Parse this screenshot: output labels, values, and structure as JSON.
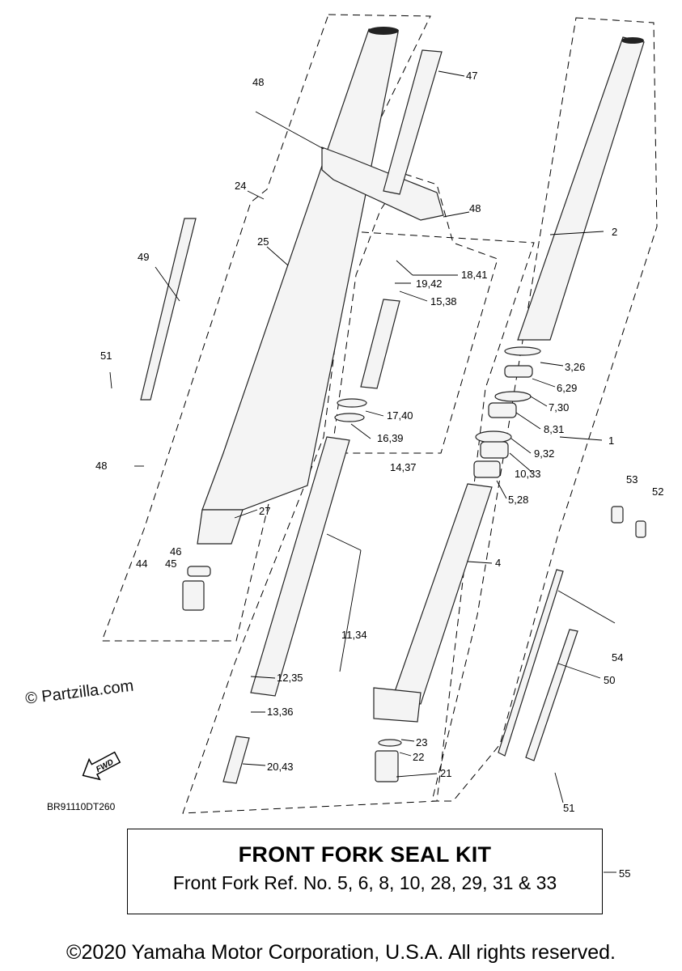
{
  "seal_kit": {
    "title": "FRONT FORK SEAL KIT",
    "subtitle": "Front Fork Ref. No. 5, 6, 8, 10, 28, 29, 31 & 33",
    "ref": "55"
  },
  "copyright": "©2020 Yamaha Motor Corporation, U.S.A. All rights reserved.",
  "watermark": "© Partzilla.com",
  "drawing_code": "BR91110DT260",
  "fwd_label": "FWD",
  "callouts": {
    "c1": "1",
    "c2": "2",
    "c3_26": "3,26",
    "c4": "4",
    "c5_28": "5,28",
    "c6_29": "6,29",
    "c7_30": "7,30",
    "c8_31": "8,31",
    "c9_32": "9,32",
    "c10_33": "10,33",
    "c11_34": "11,34",
    "c12_35": "12,35",
    "c13_36": "13,36",
    "c14_37": "14,37",
    "c15_38": "15,38",
    "c16_39": "16,39",
    "c17_40": "17,40",
    "c18_41": "18,41",
    "c19_42": "19,42",
    "c20_43": "20,43",
    "c21": "21",
    "c22": "22",
    "c23": "23",
    "c24": "24",
    "c25": "25",
    "c27": "27",
    "c44": "44",
    "c45": "45",
    "c46": "46",
    "c47": "47",
    "c48a": "48",
    "c48b": "48",
    "c48c": "48",
    "c49": "49",
    "c50": "50",
    "c51a": "51",
    "c51b": "51",
    "c52": "52",
    "c53": "53",
    "c54": "54"
  }
}
